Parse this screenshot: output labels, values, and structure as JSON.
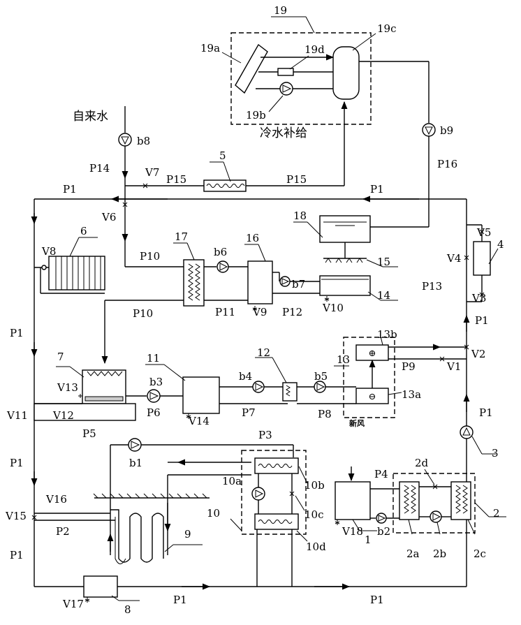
{
  "labels": {
    "n19": "19",
    "n19a": "19a",
    "n19b": "19b",
    "n19c": "19c",
    "n19d": "19d",
    "tap_water": "自来水",
    "cold_water_supply": "冷水补给",
    "b8": "b8",
    "b9": "b9",
    "p14": "P14",
    "p15a": "P15",
    "p15b": "P15",
    "p16": "P16",
    "v7": "V7",
    "n5": "5",
    "p1_top_left": "P1",
    "p1_top_right": "P1",
    "v6": "V6",
    "n6": "6",
    "v8": "V8",
    "n17": "17",
    "n16": "16",
    "n18": "18",
    "p10a": "P10",
    "b6": "b6",
    "b7": "b7",
    "n15": "15",
    "n14": "14",
    "v5": "V5",
    "v4": "V4",
    "n4": "4",
    "p13": "P13",
    "v3": "V3",
    "p10b": "P10",
    "p11": "P11",
    "v9": "V9",
    "p12": "P12",
    "v10": "V10",
    "p1_left1": "P1",
    "p1_right1": "P1",
    "n13b": "13b",
    "n7": "7",
    "n11": "11",
    "n12": "12",
    "n13": "13",
    "v2": "V2",
    "v1": "V1",
    "p9": "P9",
    "v13": "V13",
    "b3": "b3",
    "b4": "b4",
    "b5": "b5",
    "n13a": "13a",
    "v11": "V11",
    "v12": "V12",
    "p6": "P6",
    "p7": "P7",
    "p8": "P8",
    "v14": "V14",
    "fresh_air": "新风",
    "p1_right2": "P1",
    "p5": "P5",
    "p3": "P3",
    "b1": "b1",
    "n3": "3",
    "p1_left2": "P1",
    "n2d": "2d",
    "p4": "P4",
    "n10a": "10a",
    "n10b": "10b",
    "v16": "V16",
    "n10": "10",
    "n10c": "10c",
    "n2": "2",
    "v15": "V15",
    "p2": "P2",
    "v18": "V18",
    "n1": "1",
    "b2": "b2",
    "n9": "9",
    "n10d": "10d",
    "n2a": "2a",
    "n2b": "2b",
    "n2c": "2c",
    "p1_left3": "P1",
    "v17": "V17",
    "n8": "8",
    "p1_bottom1": "P1",
    "p1_bottom2": "P1"
  }
}
